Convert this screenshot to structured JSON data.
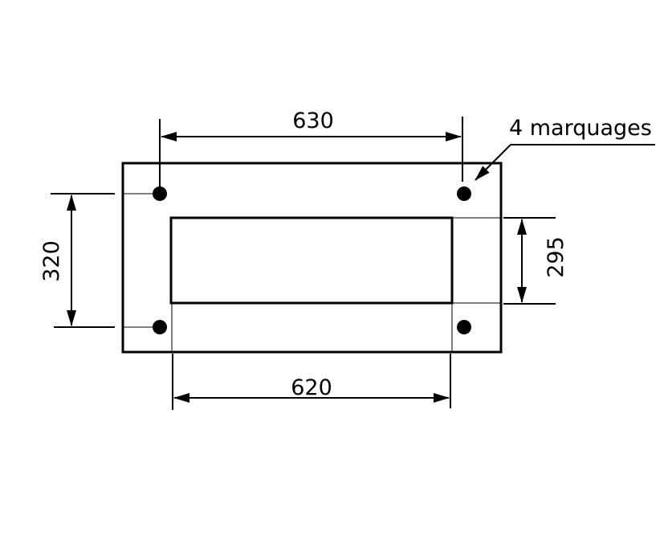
{
  "dimensions": {
    "top_width": "630",
    "bottom_width": "620",
    "left_height": "320",
    "right_height": "295"
  },
  "annotation": {
    "label": "4 marquages"
  }
}
